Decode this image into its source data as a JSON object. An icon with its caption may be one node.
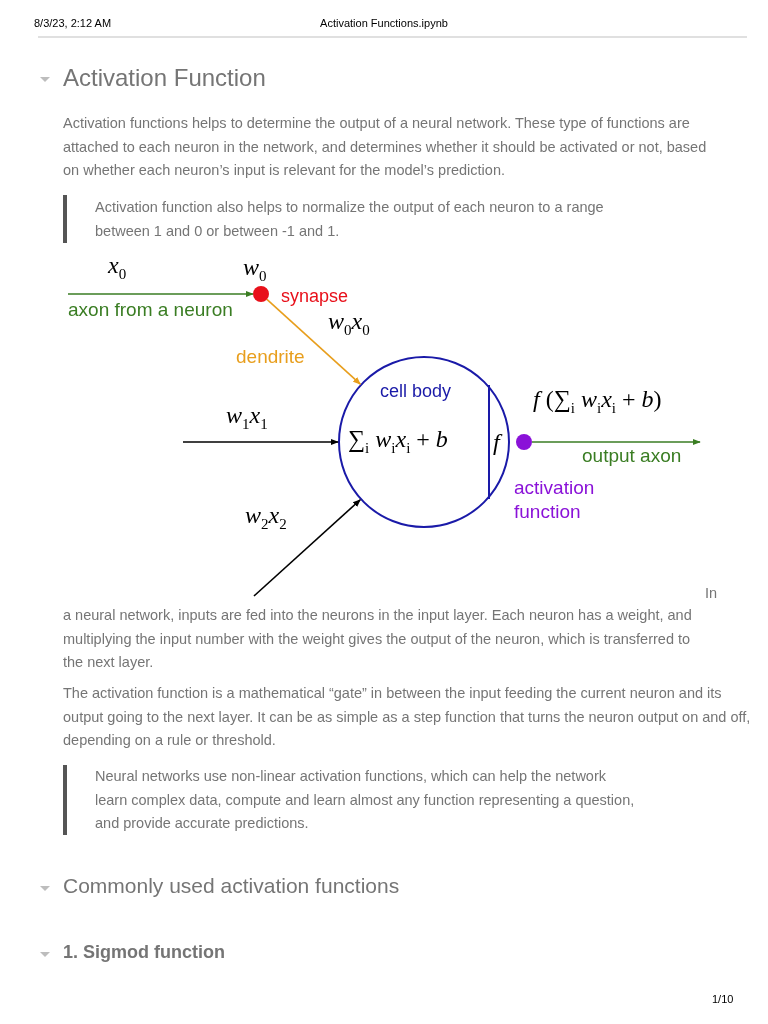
{
  "diagram": {
    "title": "Activation Function",
    "nodes": [
      {
        "text": [],
        "shape": "circle",
        "beside": [
          "*w*$_{0}$",
          "synapse"
        ]
      },
      {
        "text": [
          "cell body",
          "∑$_{i}$ *w*$_{i}$*x*$_{i}$ + *b*"
        ]
      },
      {
        "text": [
          "*f*"
        ],
        "in": 1
      },
      {
        "text": [],
        "shape": "circle"
      }
    ],
    "edges": [
      {
        "from": null,
        "to": 0,
        "arrow": "to",
        "label": "axon from a neuron",
        "color": "#3a7d23"
      },
      {
        "from": 0,
        "to": 1,
        "arrow": "to",
        "label": "dendrite",
        "color": "#e89e1c"
      },
      {
        "from": null,
        "to": 1,
        "arrow": "to",
        "label": "*w*$_{1}$*x*$_{1}$",
        "color": "#000000"
      },
      {
        "from": null,
        "to": 1,
        "arrow": "to",
        "label": "*w*$_{2}$*x*$_{2}$",
        "color": "#000000"
      },
      {
        "from": 3,
        "to": null,
        "arrow": "to",
        "label": "output axon",
        "color": "#3a7d23"
      }
    ],
    "labels": [
      "8/3/23, 2:12 AM",
      "Activation Functions.ipynb",
      "Activation functions helps to determine the output of a neural network. These type of functions are attached to each neuron in the network, and determines whether it should be activated or not, based on whether each neuron’s input is relevant for the model’s prediction.",
      "Activation function also helps to normalize the output of each neuron to a range between 1 and 0 or between -1 and 1.",
      "*x*$_{0}$",
      "*w*$_{0}$*x*$_{0}$",
      "*f* (∑$_{i}$ *w*$_{i}$*x*$_{i}$ + *b*)",
      "activation function",
      "In",
      "a neural network, inputs are fed into the neurons in the input layer. Each neuron has a weight, and multiplying the input number with the weight gives the output of the neuron, which is transferred to the next layer.",
      "The activation function is a mathematical “gate” in between the input feeding the current neuron and its output going to the next layer. It can be as simple as a step function that turns the neuron output on and off, depending on a rule or threshold.",
      "Neural networks use non-linear activation functions, which can help the network learn complex data, compute and learn almost any function representing a question, and provide accurate predictions.",
      "Commonly used activation functions",
      "1. Sigmod function",
      "1/10"
    ]
  }
}
